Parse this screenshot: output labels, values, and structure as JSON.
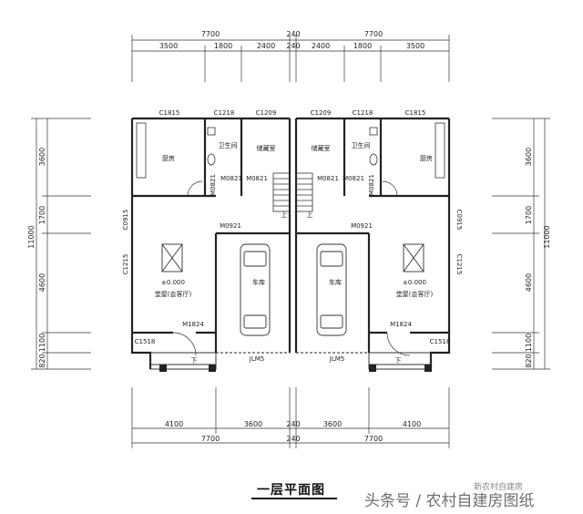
{
  "title": "一层平面图",
  "watermark": "头条号 / 农村自建房图纸",
  "watermark_small": "新农村自建房",
  "dims_top_total": [
    "7700",
    "240",
    "7700"
  ],
  "dims_top_parts": [
    "3500",
    "1800",
    "2400",
    "240",
    "2400",
    "1800",
    "3500"
  ],
  "dims_bottom_parts": [
    "4100",
    "3600",
    "240",
    "3600",
    "4100"
  ],
  "dims_bottom_total": [
    "7700",
    "240",
    "7700"
  ],
  "dims_left_total": "11000",
  "dims_left_parts": [
    "3600",
    "1700",
    "4600",
    "1100",
    "820"
  ],
  "dims_right_total": "11000",
  "dims_right_parts": [
    "3600",
    "1700",
    "4600",
    "1100",
    "820"
  ],
  "windows": {
    "c1815_l": "C1815",
    "c1218_l": "C1218",
    "c1209_l": "C1209",
    "c1209_r": "C1209",
    "c1218_r": "C1218",
    "c1815_r": "C1815",
    "c0915_l": "C0915",
    "c1215_l": "C1215",
    "c0915_r": "C0915",
    "c1215_r": "C1215",
    "c1518_l": "C1518",
    "c1518_r": "C1518"
  },
  "doors": {
    "m0821_a": "M0821",
    "m0821_b": "M0821",
    "m0821_c": "M0821",
    "m0821_d": "M0821",
    "m0821_v_l": "M0821",
    "m0821_v_r": "M0821",
    "m0921_l": "M0921",
    "m0921_r": "M0921",
    "m1824_l": "M1824",
    "m1824_r": "M1824",
    "jlm5_l": "JLM5",
    "jlm5_r": "JLM5"
  },
  "rooms": {
    "kitchen": "厨房",
    "bath": "卫生间",
    "storage": "储藏室",
    "garage": "车库",
    "living": "堂屋(会客厅)",
    "elevation": "±0.000",
    "up": "上",
    "down": "下"
  }
}
